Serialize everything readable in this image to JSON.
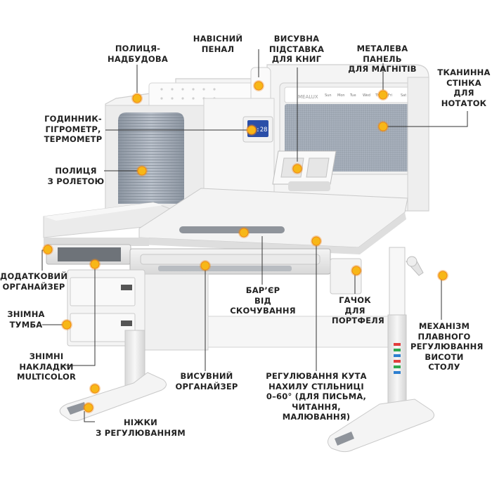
{
  "labels": {
    "shelf_top": "ПОЛИЦЯ-\nНАДБУДОВА",
    "pencil_case": "НАВІСНИЙ\nПЕНАЛ",
    "book_stand": "ВИСУВНА\nПІДСТАВКА\nДЛЯ КНИГ",
    "metal_panel": "МЕТАЛЕВА ПАНЕЛЬ\nДЛЯ МАГНІТІВ",
    "fabric_wall": "ТКАНИННА\nСТІНКА\nДЛЯ\nНОТАТОК",
    "clock": "ГОДИННИК-\nГІГРОМЕТР,\nТЕРМОМЕТР",
    "roller_shelf": "ПОЛИЦЯ\nЗ РОЛЕТОЮ",
    "extra_organizer": "ДОДАТКОВИЙ\nОРГАНАЙЗЕР",
    "removable_cabinet": "ЗНІМНА\nТУМБА",
    "multicolor_covers": "ЗНІМНІ\nНАКЛАДКИ\nMULTICOLOR",
    "feet": "НІЖКИ\nЗ РЕГУЛЮВАННЯМ",
    "drawer_organizer": "ВИСУВНИЙ\nОРГАНАЙЗЕР",
    "slip_barrier": "БАР’ЄР\nВІД СКОЧУВАННЯ",
    "bag_hook": "ГАЧОК\nДЛЯ\nПОРТФЕЛЯ",
    "tilt_adjust": "РЕГУЛЮВАННЯ КУТА\nНАХИЛУ СТІЛЬНИЦІ\n0–60° (ДЛЯ ПИСЬМА,\nЧИТАННЯ, МАЛЮВАННЯ)",
    "height_mechanism": "МЕХАНІЗМ\nПЛАВНОГО\nРЕГУЛЮВАННЯ\nВИСОТИ\nСТОЛУ"
  },
  "device": {
    "clock_digits": "11:28",
    "brand": "MEALUX",
    "weekdays": [
      "Sun",
      "Mon",
      "Tue",
      "Wed",
      "Thu",
      "Fri",
      "Sat"
    ]
  },
  "colors": {
    "marker": "#f7b718",
    "marker_ring": "#f08a10",
    "frame": "#e9e9e9",
    "accent_gray": "#8f949b",
    "roller": "#9aa2ad",
    "felt": "#9ba4b0"
  }
}
